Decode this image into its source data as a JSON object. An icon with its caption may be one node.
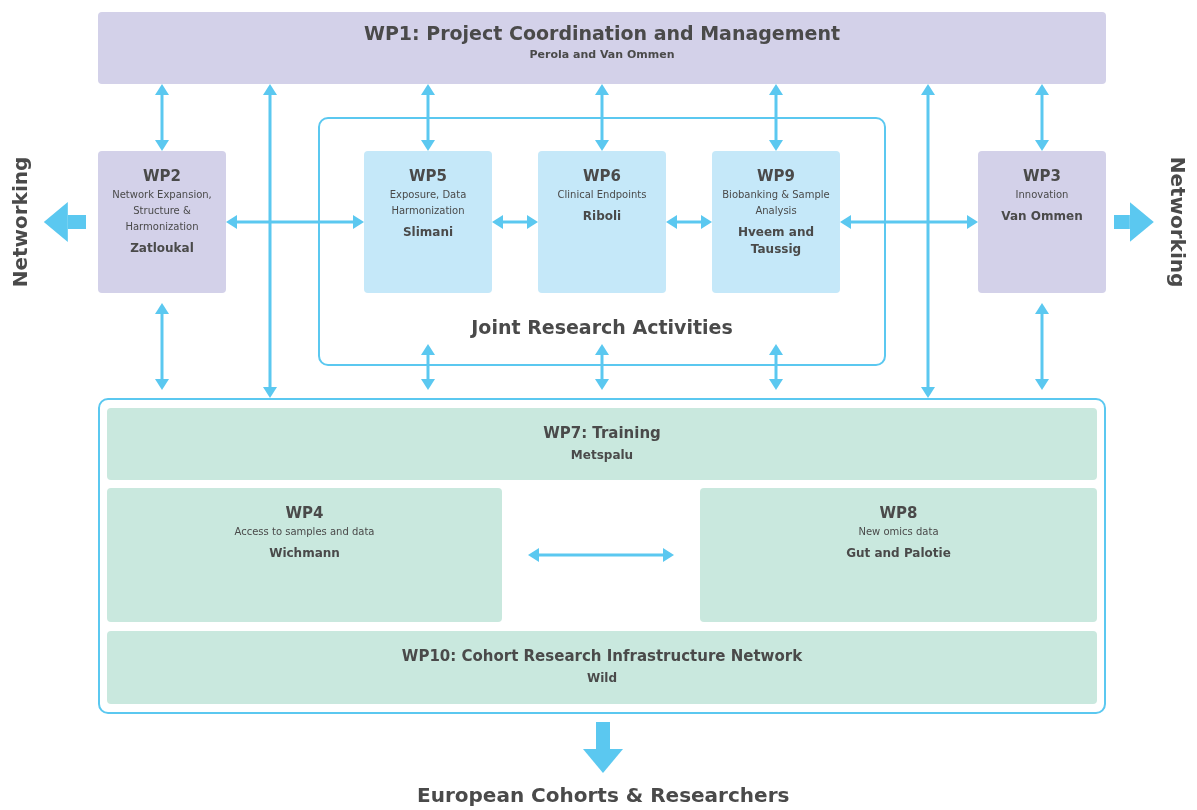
{
  "diagram": {
    "nodes": [
      {
        "text": [
          "WP1: Project Coordination and Management",
          "Perola and Van Ommen"
        ]
      },
      {
        "text": [
          "WP2",
          "Network Expansion, Structure & Harmonization",
          "Zatloukal"
        ]
      },
      {
        "text": [
          "Joint Research Activities"
        ]
      },
      {
        "text": [
          "WP5",
          "Exposure, Data Harmonization",
          "Slimani"
        ],
        "in": 2
      },
      {
        "text": [
          "WP6",
          "Clinical Endpoints",
          "Riboli"
        ],
        "in": 2
      },
      {
        "text": [
          "WP9",
          "Biobanking & Sample Analysis",
          "Hveem and Taussig"
        ],
        "in": 2
      },
      {
        "text": [
          "WP3",
          "Innovation",
          "Van Ommen"
        ]
      },
      {
        "text": [
          "Networking"
        ]
      },
      {
        "text": [
          "Networking"
        ]
      },
      {
        "text": [],
        "shape": "box"
      },
      {
        "text": [
          "WP7: Training",
          "Metspalu"
        ],
        "in": 9
      },
      {
        "text": [
          "WP4",
          "Access to samples and data",
          "Wichmann"
        ],
        "in": 9
      },
      {
        "text": [
          "WP8",
          "New omics data",
          "Gut and Palotie"
        ],
        "in": 9
      },
      {
        "text": [
          "WP10: Cohort Research Infrastructure Network",
          "Wild"
        ],
        "in": 9
      },
      {
        "text": [
          "European Cohorts & Researchers"
        ]
      }
    ],
    "edges": [
      {
        "from": 0,
        "to": 1,
        "arrow": "both"
      },
      {
        "from": 0,
        "to": 9,
        "arrow": "both"
      },
      {
        "from": 0,
        "to": 3,
        "arrow": "both"
      },
      {
        "from": 0,
        "to": 4,
        "arrow": "both"
      },
      {
        "from": 0,
        "to": 5,
        "arrow": "both"
      },
      {
        "from": 0,
        "to": 9,
        "arrow": "both"
      },
      {
        "from": 0,
        "to": 6,
        "arrow": "both"
      },
      {
        "from": 1,
        "to": 3,
        "arrow": "both"
      },
      {
        "from": 3,
        "to": 4,
        "arrow": "both"
      },
      {
        "from": 4,
        "to": 5,
        "arrow": "both"
      },
      {
        "from": 5,
        "to": 6,
        "arrow": "both"
      },
      {
        "from": 1,
        "to": 9,
        "arrow": "both"
      },
      {
        "from": 6,
        "to": 9,
        "arrow": "both"
      },
      {
        "from": 2,
        "to": 9,
        "arrow": "both"
      },
      {
        "from": 2,
        "to": 9,
        "arrow": "both"
      },
      {
        "from": 2,
        "to": 9,
        "arrow": "both"
      },
      {
        "from": 1,
        "to": 7,
        "arrow": "to",
        "style": "thick"
      },
      {
        "from": 6,
        "to": 8,
        "arrow": "to",
        "style": "thick"
      },
      {
        "from": 11,
        "to": 12,
        "arrow": "both"
      },
      {
        "from": 9,
        "to": 14,
        "arrow": "to",
        "style": "thick"
      }
    ]
  }
}
